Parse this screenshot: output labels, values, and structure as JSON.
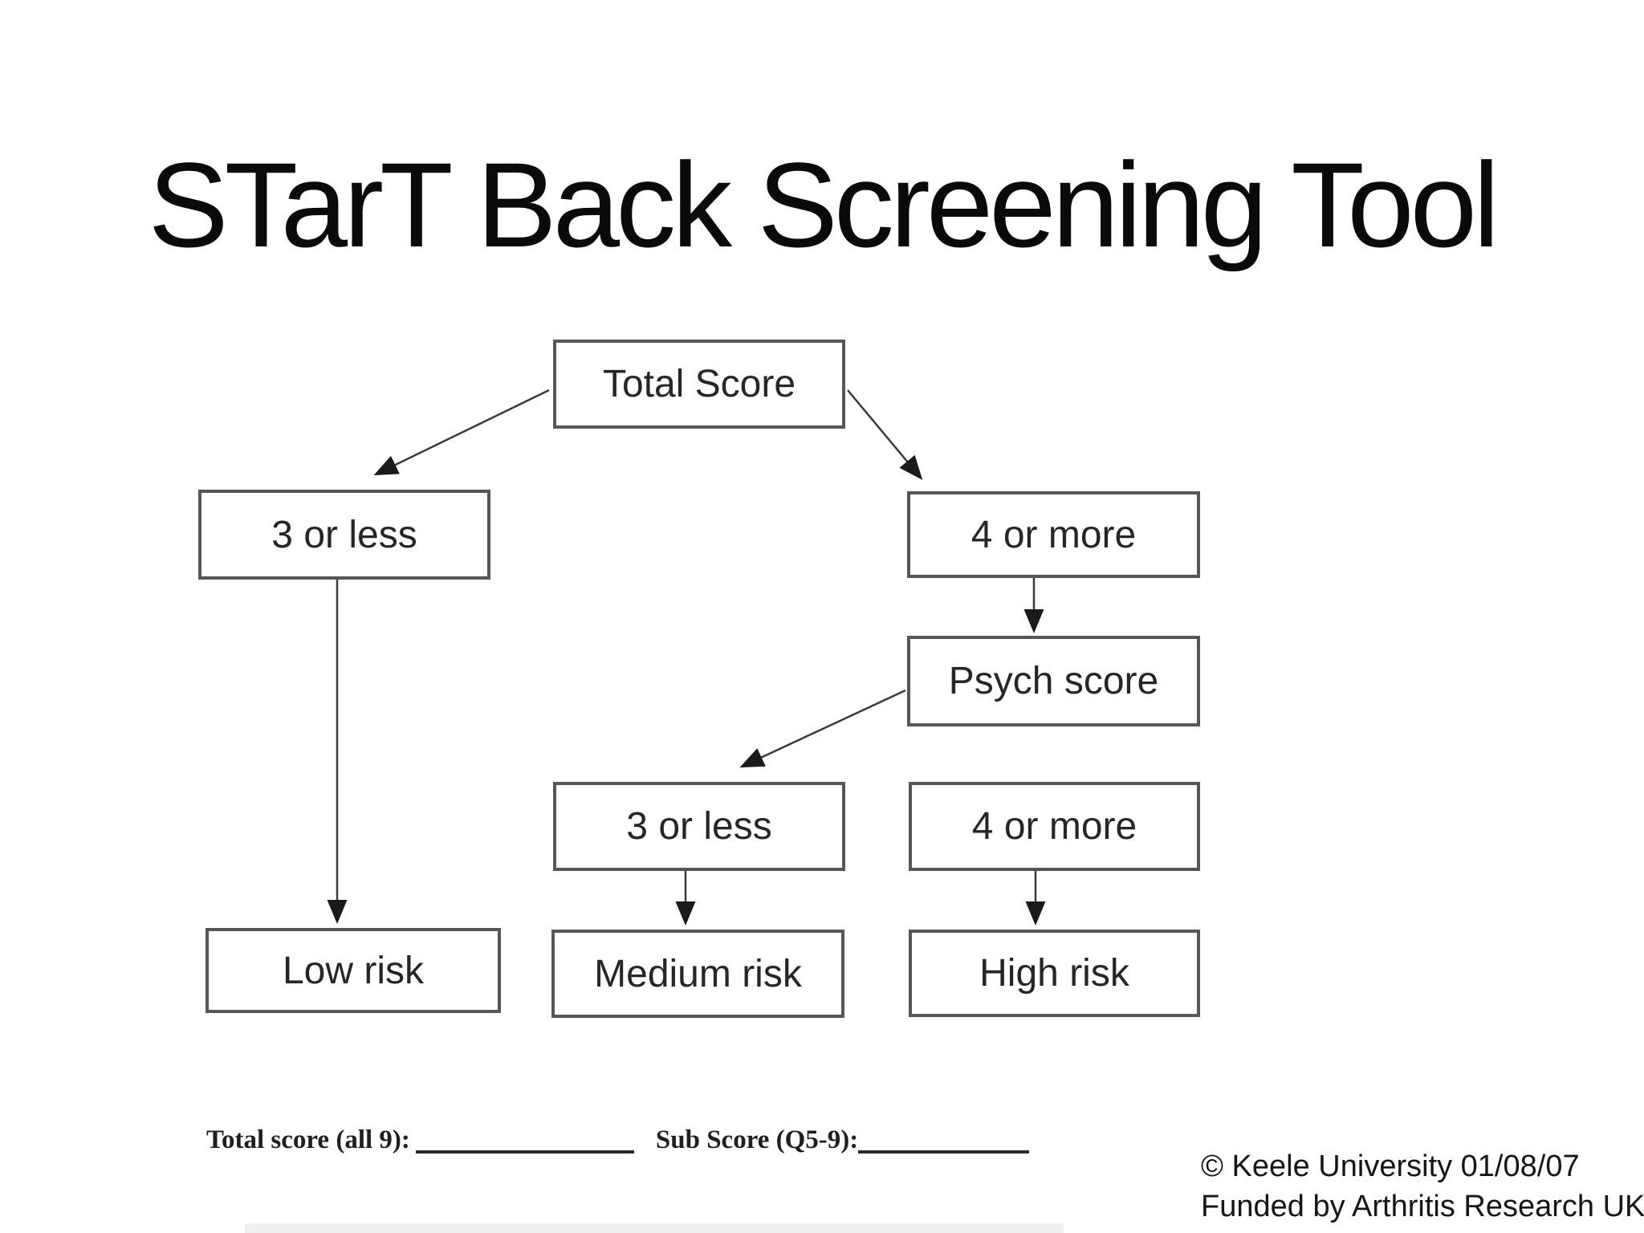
{
  "slide": {
    "title": "STarT Back Screening Tool",
    "flowchart": {
      "nodes": {
        "total_score": {
          "label": "Total Score"
        },
        "total_3_or_less": {
          "label": "3 or less"
        },
        "total_4_or_more": {
          "label": "4 or more"
        },
        "psych_score": {
          "label": "Psych score"
        },
        "psych_3_or_less": {
          "label": "3 or less"
        },
        "psych_4_or_more": {
          "label": "4 or more"
        },
        "low_risk": {
          "label": "Low risk"
        },
        "medium_risk": {
          "label": "Medium risk"
        },
        "high_risk": {
          "label": "High risk"
        }
      },
      "edges": [
        {
          "from": "total_score",
          "to": "total_3_or_less"
        },
        {
          "from": "total_score",
          "to": "total_4_or_more"
        },
        {
          "from": "total_3_or_less",
          "to": "low_risk"
        },
        {
          "from": "total_4_or_more",
          "to": "psych_score"
        },
        {
          "from": "psych_score",
          "to": "psych_3_or_less"
        },
        {
          "from": "psych_score",
          "to": "psych_4_or_more"
        },
        {
          "from": "psych_3_or_less",
          "to": "medium_risk"
        },
        {
          "from": "psych_4_or_more",
          "to": "high_risk"
        }
      ]
    },
    "score_line": {
      "total_label": "Total score (all 9):",
      "sub_label": "Sub Score (Q5-9):"
    },
    "credits": {
      "line1": "© Keele University 01/08/07",
      "line2": "Funded by Arthritis Research UK"
    },
    "colors": {
      "background": "#ffffff",
      "box_border": "#575757",
      "box_text": "#262626",
      "arrow": "#3a3a3a",
      "title_text": "#0a0a0a"
    }
  }
}
